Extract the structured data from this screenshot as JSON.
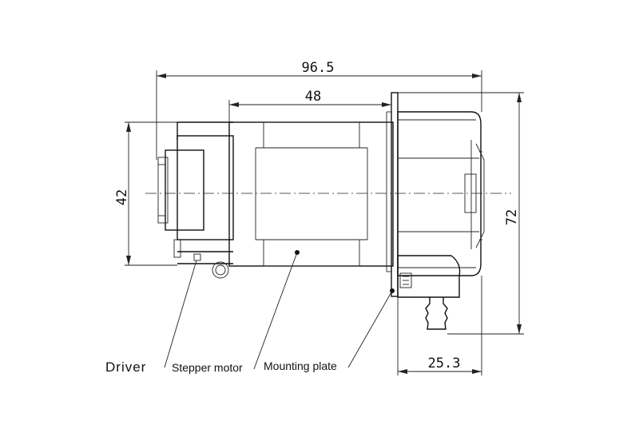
{
  "dimensions": {
    "overall_length": "96.5",
    "motor_length": "48",
    "motor_height": "42",
    "pump_height": "72",
    "pump_depth": "25.3"
  },
  "labels": {
    "driver": "Driver",
    "stepper_motor": "Stepper motor",
    "mounting_plate": "Mounting plate"
  }
}
